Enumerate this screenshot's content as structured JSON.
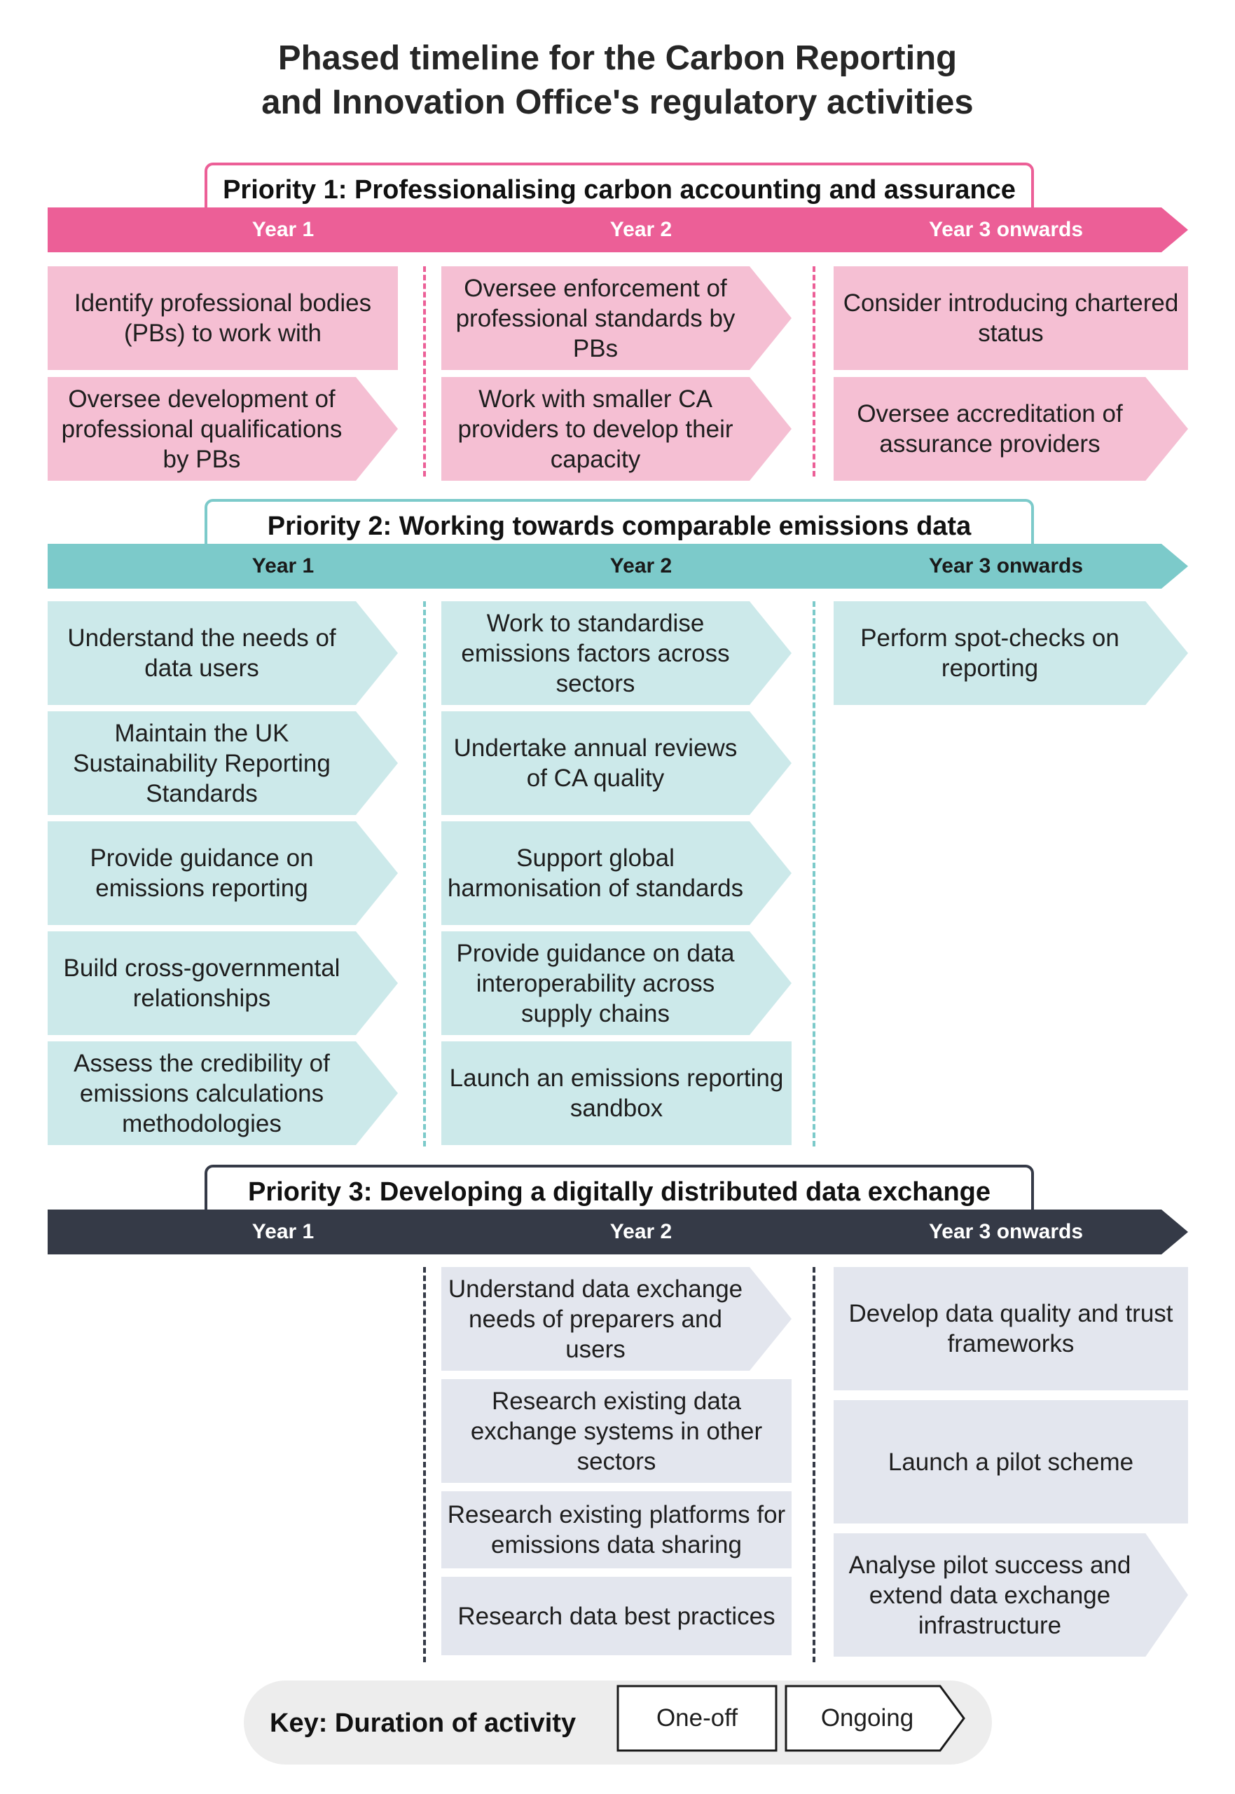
{
  "title_line1": "Phased timeline for the Carbon Reporting",
  "title_line2": "and Innovation Office's regulatory activities",
  "colors": {
    "p1_bar": "#ec5f97",
    "p1_box": "#f5bfd3",
    "p2_bar": "#7ccaca",
    "p2_box": "#cce9ea",
    "p3_bar": "#353a47",
    "p3_box": "#e3e6ee",
    "year_label_light": "#ffffff",
    "year_label_dark": "#1a1a1a"
  },
  "years": {
    "y1": "Year 1",
    "y2": "Year 2",
    "y3": "Year 3 onwards"
  },
  "priorities": [
    {
      "title": "Priority 1: Professionalising carbon accounting and assurance",
      "year1": [
        {
          "text": "Identify professional bodies (PBs) to work with",
          "duration": "one-off"
        },
        {
          "text": "Oversee development of professional qualifications by PBs",
          "duration": "ongoing"
        }
      ],
      "year2": [
        {
          "text": "Oversee enforcement of professional standards by PBs",
          "duration": "ongoing"
        },
        {
          "text": "Work with smaller CA providers to develop their capacity",
          "duration": "ongoing"
        }
      ],
      "year3": [
        {
          "text": "Consider introducing chartered status",
          "duration": "one-off"
        },
        {
          "text": "Oversee accreditation of assurance providers",
          "duration": "ongoing"
        }
      ]
    },
    {
      "title": "Priority 2: Working towards comparable emissions data",
      "year1": [
        {
          "text": "Understand the needs of data users",
          "duration": "ongoing"
        },
        {
          "text": "Maintain the UK Sustainability Reporting Standards",
          "duration": "ongoing"
        },
        {
          "text": "Provide guidance on emissions reporting",
          "duration": "ongoing"
        },
        {
          "text": "Build cross-governmental relationships",
          "duration": "ongoing"
        },
        {
          "text": "Assess the credibility of emissions calculations methodologies",
          "duration": "ongoing"
        }
      ],
      "year2": [
        {
          "text": "Work to standardise emissions factors across sectors",
          "duration": "ongoing"
        },
        {
          "text": "Undertake annual reviews of CA quality",
          "duration": "ongoing"
        },
        {
          "text": "Support global harmonisation of standards",
          "duration": "ongoing"
        },
        {
          "text": "Provide guidance on data interoperability across supply chains",
          "duration": "ongoing"
        },
        {
          "text": "Launch an emissions reporting sandbox",
          "duration": "one-off"
        }
      ],
      "year3": [
        {
          "text": "Perform spot-checks on reporting",
          "duration": "ongoing"
        }
      ]
    },
    {
      "title": "Priority 3: Developing a digitally distributed data exchange",
      "year1": [],
      "year2": [
        {
          "text": "Understand data exchange needs of preparers and users",
          "duration": "ongoing"
        },
        {
          "text": "Research existing data exchange systems in other sectors",
          "duration": "one-off"
        },
        {
          "text": "Research existing platforms for emissions data sharing",
          "duration": "one-off"
        },
        {
          "text": "Research data best practices",
          "duration": "one-off"
        }
      ],
      "year3": [
        {
          "text": "Develop data quality and trust frameworks",
          "duration": "one-off"
        },
        {
          "text": "Launch a pilot scheme",
          "duration": "one-off"
        },
        {
          "text": "Analyse pilot success and extend data exchange infrastructure",
          "duration": "ongoing"
        }
      ]
    }
  ],
  "key": {
    "label": "Key: Duration of activity",
    "one_off": "One-off",
    "ongoing": "Ongoing"
  }
}
